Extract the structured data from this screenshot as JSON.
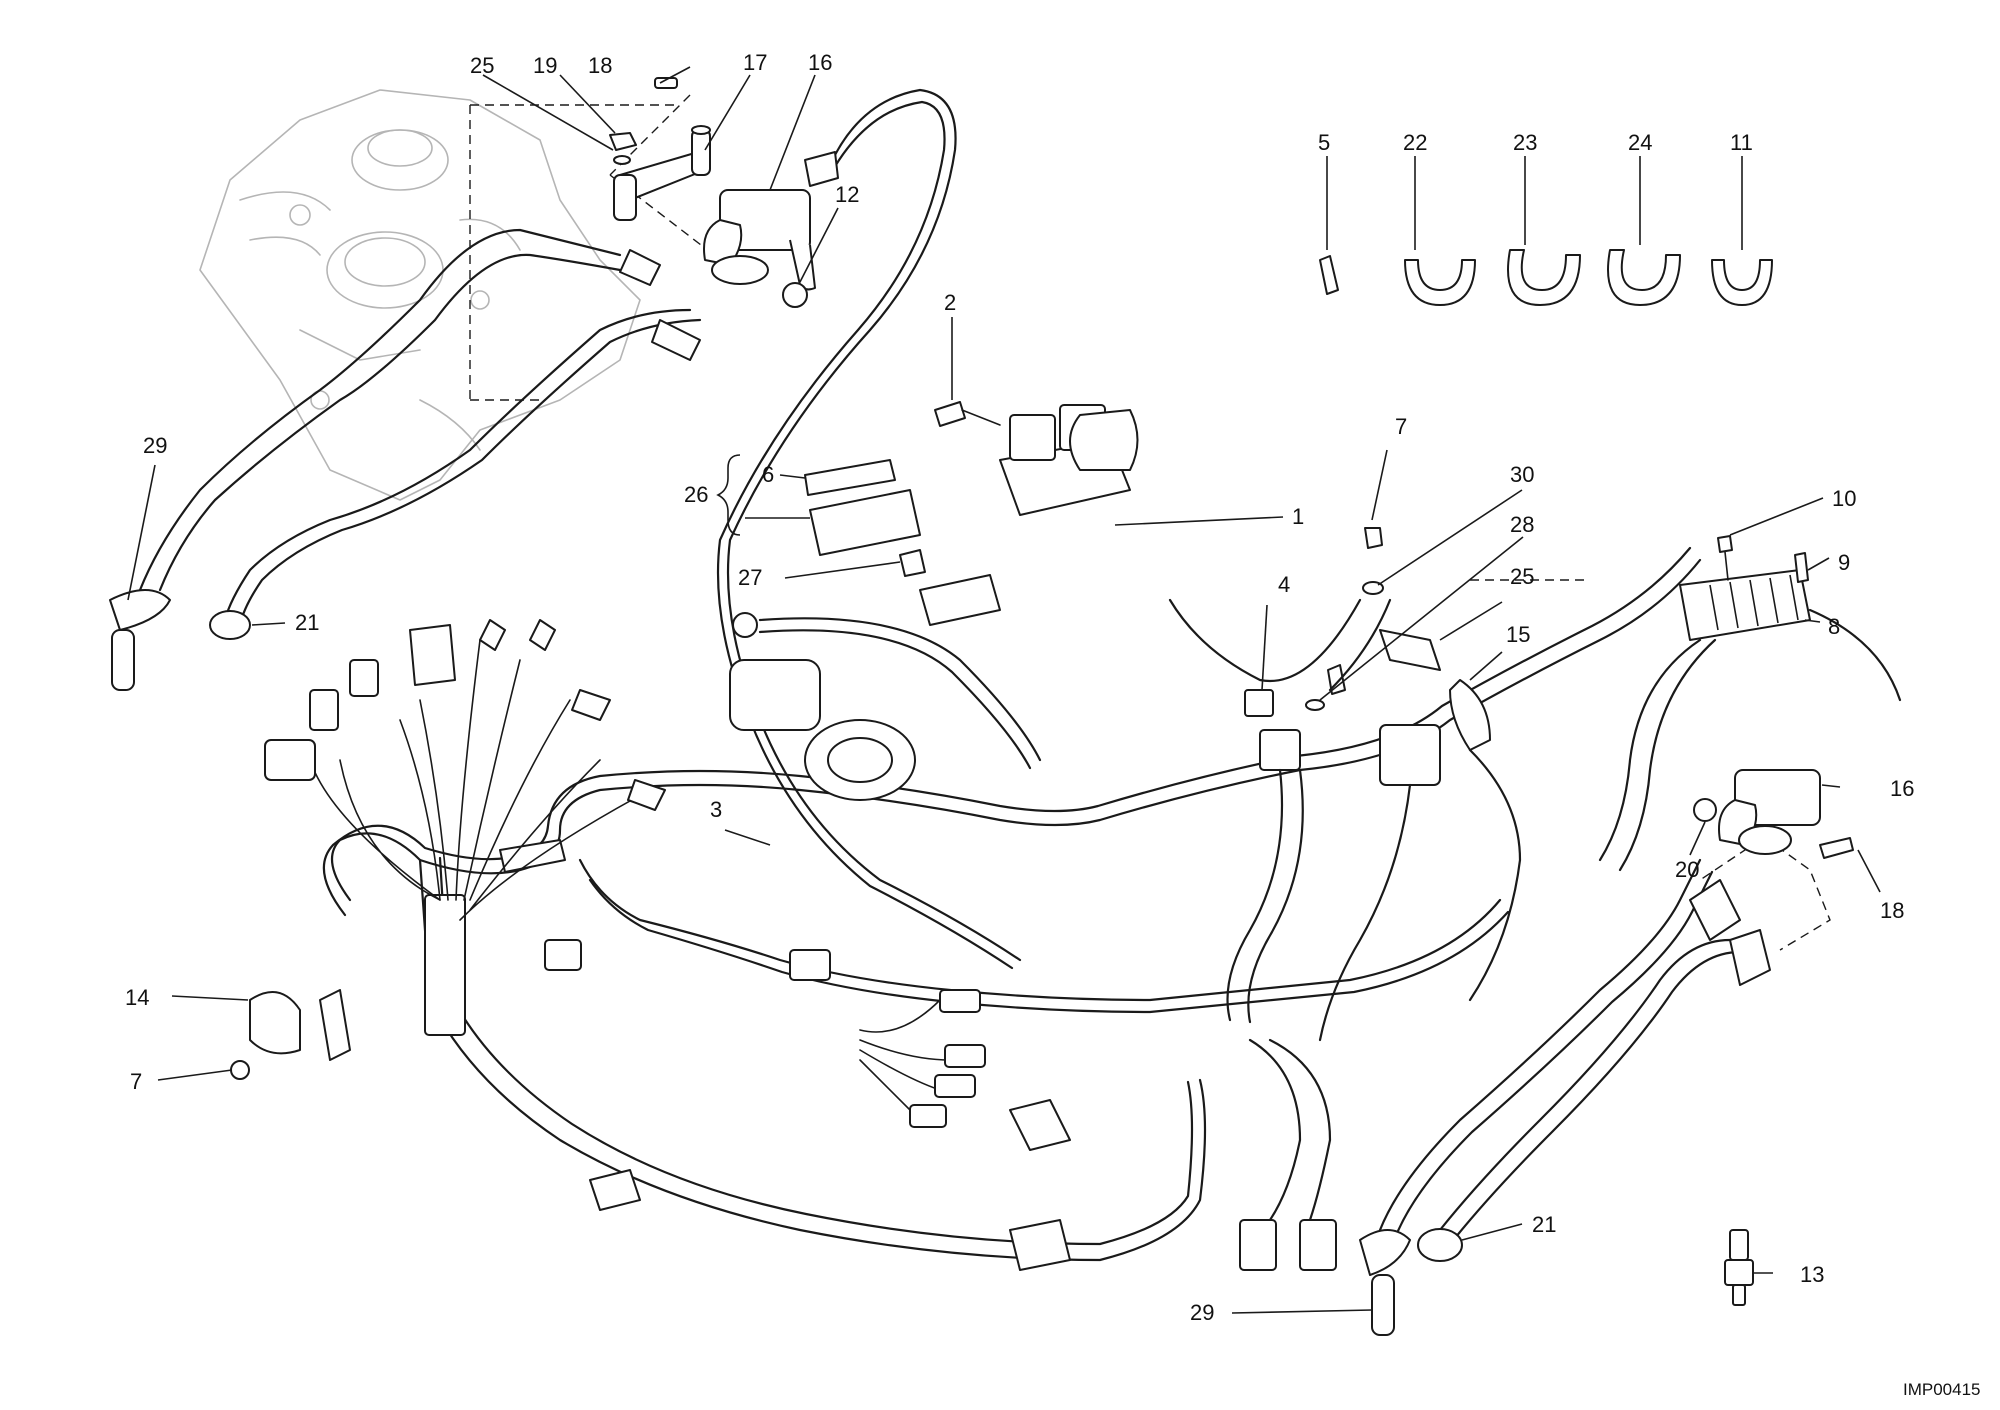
{
  "diagram": {
    "reference_code": "IMP00415",
    "callouts": [
      {
        "id": "c1",
        "text": "1"
      },
      {
        "id": "c2",
        "text": "2"
      },
      {
        "id": "c3",
        "text": "3"
      },
      {
        "id": "c4",
        "text": "4"
      },
      {
        "id": "c5",
        "text": "5"
      },
      {
        "id": "c6",
        "text": "6"
      },
      {
        "id": "c7a",
        "text": "7"
      },
      {
        "id": "c7b",
        "text": "7"
      },
      {
        "id": "c8",
        "text": "8"
      },
      {
        "id": "c9",
        "text": "9"
      },
      {
        "id": "c10",
        "text": "10"
      },
      {
        "id": "c11",
        "text": "11"
      },
      {
        "id": "c12",
        "text": "12"
      },
      {
        "id": "c13",
        "text": "13"
      },
      {
        "id": "c14",
        "text": "14"
      },
      {
        "id": "c15",
        "text": "15"
      },
      {
        "id": "c16a",
        "text": "16"
      },
      {
        "id": "c16b",
        "text": "16"
      },
      {
        "id": "c17",
        "text": "17"
      },
      {
        "id": "c18a",
        "text": "18"
      },
      {
        "id": "c18b",
        "text": "18"
      },
      {
        "id": "c19",
        "text": "19"
      },
      {
        "id": "c20",
        "text": "20"
      },
      {
        "id": "c21a",
        "text": "21"
      },
      {
        "id": "c21b",
        "text": "21"
      },
      {
        "id": "c22",
        "text": "22"
      },
      {
        "id": "c23",
        "text": "23"
      },
      {
        "id": "c24",
        "text": "24"
      },
      {
        "id": "c25a",
        "text": "25"
      },
      {
        "id": "c25b",
        "text": "25"
      },
      {
        "id": "c26",
        "text": "26"
      },
      {
        "id": "c27",
        "text": "27"
      },
      {
        "id": "c28",
        "text": "28"
      },
      {
        "id": "c29a",
        "text": "29"
      },
      {
        "id": "c29b",
        "text": "29"
      },
      {
        "id": "c30",
        "text": "30"
      }
    ]
  }
}
